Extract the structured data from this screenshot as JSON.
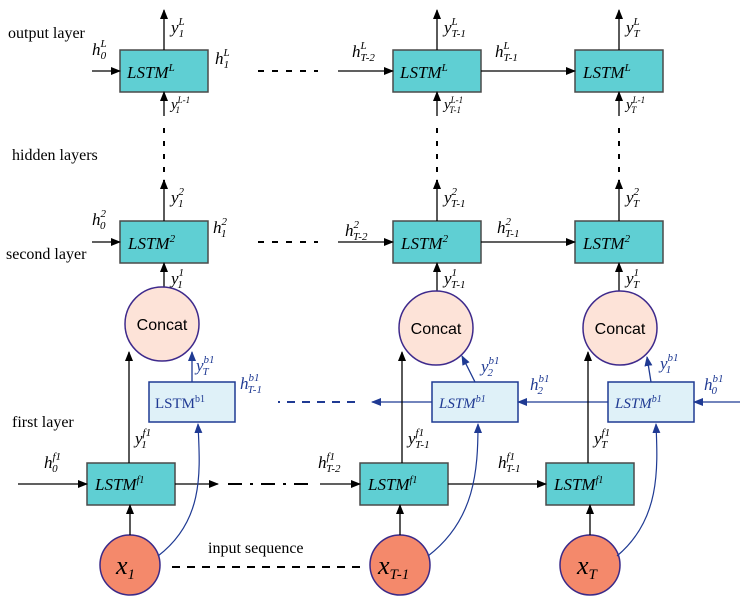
{
  "layer_labels": {
    "output": "output layer",
    "hidden": "hidden layers",
    "second": "second layer",
    "first": "first layer",
    "input": "input sequence"
  },
  "boxes": {
    "lstm_L": "LSTM",
    "lstm_L_sup": "L",
    "lstm_2": "LSTM",
    "lstm_2_sup": "2",
    "lstm_f": "LSTM",
    "lstm_f_sup": "f1",
    "lstm_b": "LSTM",
    "lstm_b_sup": "b1",
    "concat": "Concat"
  },
  "inputs": {
    "x1": "x",
    "x1_sub": "1",
    "xT1": "x",
    "xT1_sub": "T-1",
    "xT": "x",
    "xT_sub": "T"
  },
  "colors": {
    "box_fill": "#5fcfd3",
    "box_stroke": "#4a4a4a",
    "light_box_fill": "#dff1f8",
    "light_box_stroke": "#1f3a93",
    "concat_fill": "#fde3d8",
    "concat_stroke": "#3e2a8c",
    "input_fill": "#f4896b",
    "input_stroke": "#3b2a88",
    "blue_arrow": "#1f3a93"
  }
}
